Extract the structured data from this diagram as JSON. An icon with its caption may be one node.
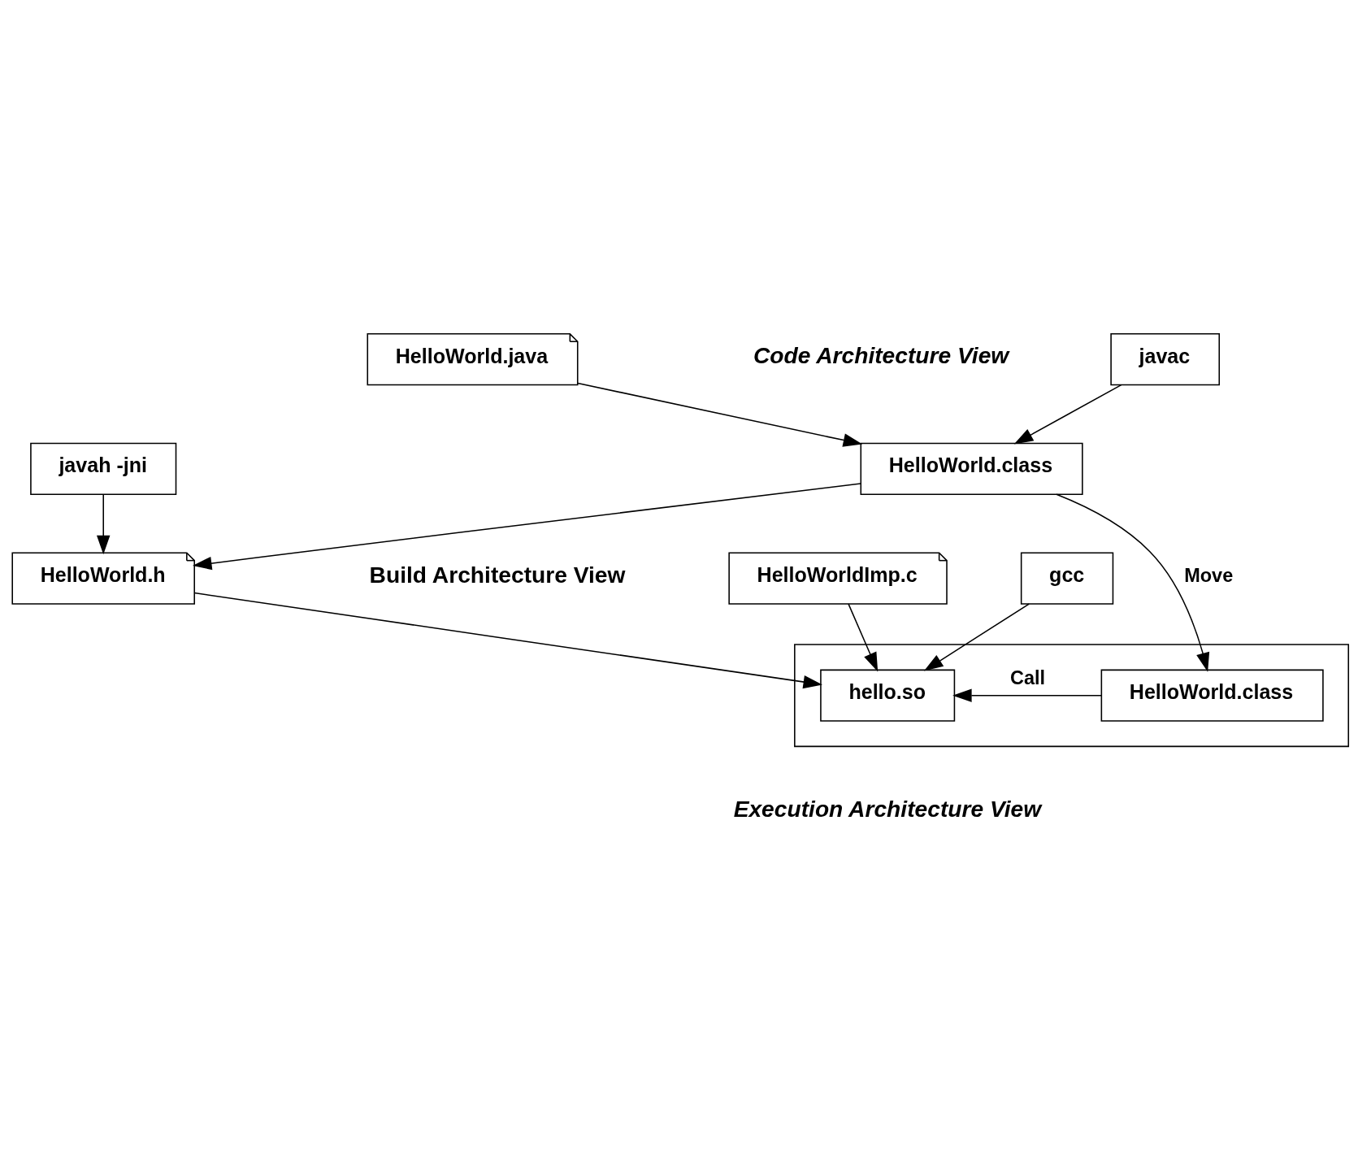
{
  "diagram": {
    "nodes": [
      {
        "text": [
          "HelloWorldImp.c"
        ]
      },
      {
        "text": [
          "HelloWorld.java"
        ]
      },
      {
        "text": [
          "javac"
        ]
      },
      {
        "text": [
          "HelloWorld.class"
        ]
      },
      {
        "text": [
          "javah -jni"
        ]
      },
      {
        "text": [
          "HelloWorld.h"
        ]
      },
      {
        "text": [
          "gcc"
        ]
      },
      {
        "text": [],
        "shape": "box"
      },
      {
        "text": [
          "hello.so"
        ],
        "in": 7
      },
      {
        "text": [
          "HelloWorld.class"
        ],
        "in": 7
      }
    ],
    "edges": [
      {
        "from": 1,
        "to": 3,
        "arrow": "to"
      },
      {
        "from": 2,
        "to": 3,
        "arrow": "to"
      },
      {
        "from": 3,
        "to": 5,
        "arrow": "to"
      },
      {
        "from": 4,
        "to": 5,
        "arrow": "to"
      },
      {
        "from": 0,
        "to": 8,
        "arrow": "to"
      },
      {
        "from": 5,
        "to": 8,
        "arrow": "to"
      },
      {
        "from": 6,
        "to": 8,
        "arrow": "to"
      },
      {
        "from": 3,
        "to": 9,
        "arrow": "to",
        "label": "Move"
      },
      {
        "from": 9,
        "to": 8,
        "arrow": "to",
        "label": "Call"
      }
    ],
    "labels": [
      "Code Architecture View",
      "Build Architecture View",
      "Execution Architecture View"
    ]
  }
}
